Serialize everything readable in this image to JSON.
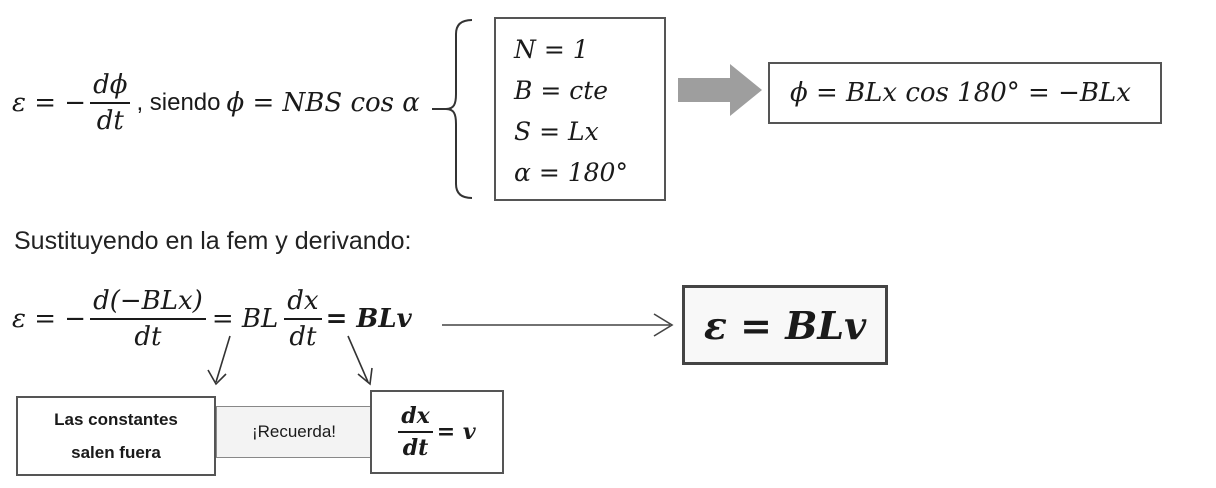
{
  "eq1": {
    "lhs": "ε = −",
    "num": "dϕ",
    "den": "dt",
    "sep": ", siendo",
    "rhs": "ϕ = NBS cos α"
  },
  "conditions": [
    "N = 1",
    "B = cte",
    "S = Lx",
    "α = 180°"
  ],
  "phi_result": "ϕ = BLx cos 180° = −BLx",
  "substitution_text": "Sustituyendo en la fem y derivando:",
  "eq2": {
    "lhs": "ε = −",
    "num1": "d(−BLx)",
    "den1": "dt",
    "mid": "= BL",
    "num2": "dx",
    "den2": "dt",
    "end": "= BLv"
  },
  "result": "ε = BLv",
  "notes": {
    "constants_line1": "Las constantes",
    "constants_line2": "salen fuera",
    "remember": "¡Recuerda!",
    "dxdt_num": "dx",
    "dxdt_den": "dt",
    "dxdt_rhs": "= v"
  },
  "colors": {
    "big_arrow": "#9e9e9e",
    "ink": "#1a1a1a",
    "box_border": "#555555"
  }
}
